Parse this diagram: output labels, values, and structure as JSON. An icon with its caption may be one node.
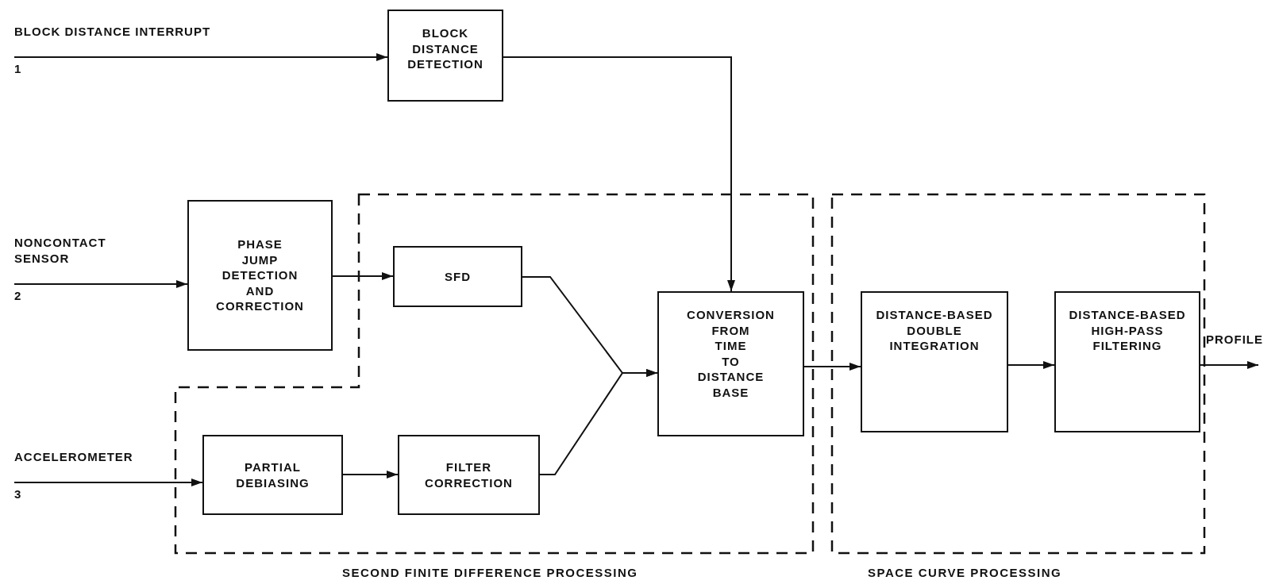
{
  "diagram": {
    "nodes": [
      {
        "text": [
          "BLOCK DISTANCE INTERRUPT"
        ],
        "beside": [
          "1"
        ]
      },
      {
        "text": [
          "BLOCK DISTANCE DETECTION"
        ]
      },
      {
        "text": [
          "NONCONTACT SENSOR"
        ],
        "beside": [
          "2"
        ]
      },
      {
        "text": [
          "PHASE JUMP DETECTION AND CORRECTION"
        ]
      },
      {
        "text": [
          "ACCELEROMETER"
        ],
        "beside": [
          "3"
        ]
      },
      {
        "text": [
          "SECOND FINITE DIFFERENCE PROCESSING"
        ]
      },
      {
        "text": [
          "SFD"
        ],
        "in": 5
      },
      {
        "text": [
          "PARTIAL DEBIASING"
        ],
        "in": 5
      },
      {
        "text": [
          "FILTER CORRECTION"
        ],
        "in": 5
      },
      {
        "text": [
          "CONVERSION FROM TIME TO DISTANCE BASE"
        ],
        "in": 5
      },
      {
        "text": [
          "SPACE CURVE PROCESSING"
        ]
      },
      {
        "text": [
          "DISTANCE-BASED DOUBLE INTEGRATION"
        ],
        "in": 10
      },
      {
        "text": [
          "DISTANCE-BASED HIGH-PASS FILTERING"
        ],
        "in": 10
      },
      {
        "text": [
          "PROFILE"
        ]
      }
    ],
    "edges": [
      {
        "from": 0,
        "to": 1,
        "arrow": "to"
      },
      {
        "from": 1,
        "to": 9,
        "arrow": "to"
      },
      {
        "from": 2,
        "to": 3,
        "arrow": "to"
      },
      {
        "from": 3,
        "to": 6,
        "arrow": "to"
      },
      {
        "from": 4,
        "to": 7,
        "arrow": "to"
      },
      {
        "from": 7,
        "to": 8,
        "arrow": "to"
      },
      {
        "from": 6,
        "to": 9,
        "arrow": "to"
      },
      {
        "from": 8,
        "to": 9,
        "arrow": "to"
      },
      {
        "from": 9,
        "to": 11,
        "arrow": "to"
      },
      {
        "from": 11,
        "to": 12,
        "arrow": "to"
      },
      {
        "from": 12,
        "to": 13,
        "arrow": "to"
      }
    ]
  }
}
